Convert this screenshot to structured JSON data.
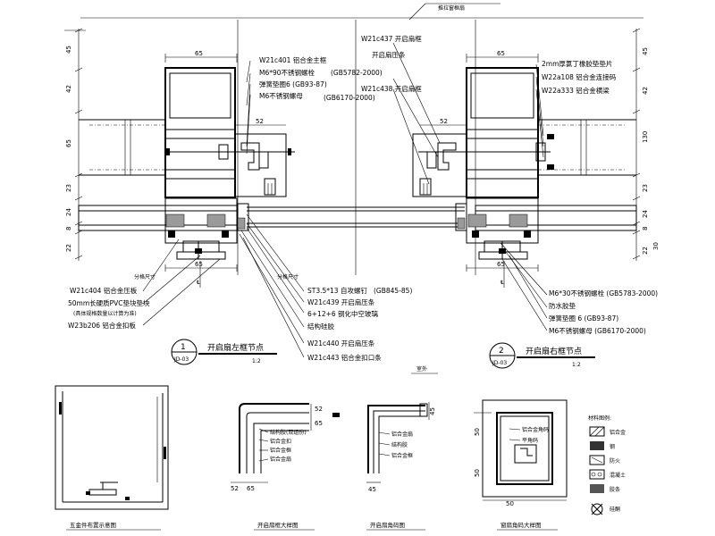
{
  "top_label": "推拉窗框扇",
  "left_dims": [
    "45",
    "42",
    "65",
    "23",
    "24",
    "8",
    "22"
  ],
  "right_dims": [
    "45",
    "42",
    "130",
    "23",
    "24",
    "8",
    "30",
    "22"
  ],
  "top_width_left": "65",
  "top_width_right": "65",
  "mid_width_left": "52",
  "mid_width_right": "52",
  "bottom_width_left": "65",
  "bottom_width_right": "65",
  "centerline": "℄",
  "centerline_right": "℄",
  "callouts_top_left": [
    "W21c401 铝合金主框",
    "M6*90不锈钢螺栓",
    "弹簧垫圈6 (GB93-87)",
    "M6不锈钢螺母"
  ],
  "callouts_top_mid": [
    "W21c437 开启扇框",
    "(GB5782-2000)",
    "开启扇压条",
    "W21c438 开启扇框",
    "(GB6170-2000)"
  ],
  "callouts_top_right": [
    "2mm厚氯丁橡胶垫垫片",
    "W22a108 铝合金连接码",
    "W22a333 铝合金横梁"
  ],
  "callouts_bottom_left": [
    "W21c404 铝合金压板",
    "50mm长硬质PVC垫块垫块",
    "(具体规格数量以计算为准)",
    "W23b206 铝合金扣板"
  ],
  "callouts_bottom_mid": [
    "ST3.5*13 自攻螺钉",
    "W21c439 开启扇压条",
    "6+12+6 钢化中空玻璃",
    "结构硅胶",
    "W21c440 开启扇压条",
    "W21c443 铝合金扣口条"
  ],
  "bottom_mid_note": "室外",
  "gb_note": "(GB845-85)",
  "callouts_bottom_right": [
    "M6*30不锈钢螺栓 (GB5783-2000)",
    "防水胶垫",
    "弹簧垫圈 6 (GB93-87)",
    "M6不锈钢螺母 (GB6170-2000)"
  ],
  "small_dim_left": "分格尺寸",
  "small_dim_right": "分格尺寸",
  "detail1": {
    "num": "1",
    "sheet": "JD-03",
    "title": "开启扇左框节点",
    "scale": "1:2"
  },
  "detail2": {
    "num": "2",
    "sheet": "JD-03",
    "title": "开启扇右框节点",
    "scale": "1:2"
  },
  "sub1_caption": "五金件布置示意图",
  "sub2_caption": "开启扇框大样图",
  "sub2_dims": [
    "52",
    "65",
    "52",
    "65"
  ],
  "sub2_labels": [
    "结构胶(双组份)",
    "铝合金扣",
    "铝合金框",
    "铝合金扇"
  ],
  "sub3_caption": "开启扇角码图",
  "sub3_dims": [
    "45",
    "45"
  ],
  "sub3_labels": [
    "铝合金扇",
    "结构胶",
    "铝合金框"
  ],
  "sub4_caption": "窗扇角码大样图",
  "sub4_dims": [
    "50",
    "50",
    "50"
  ],
  "sub4_labels": [
    "铝合金角码",
    "平角码"
  ],
  "legend_title": "材料图例:",
  "legend_items": [
    "铝合金",
    "钢",
    "防火",
    "混凝土",
    "胶条",
    "硅酮"
  ]
}
